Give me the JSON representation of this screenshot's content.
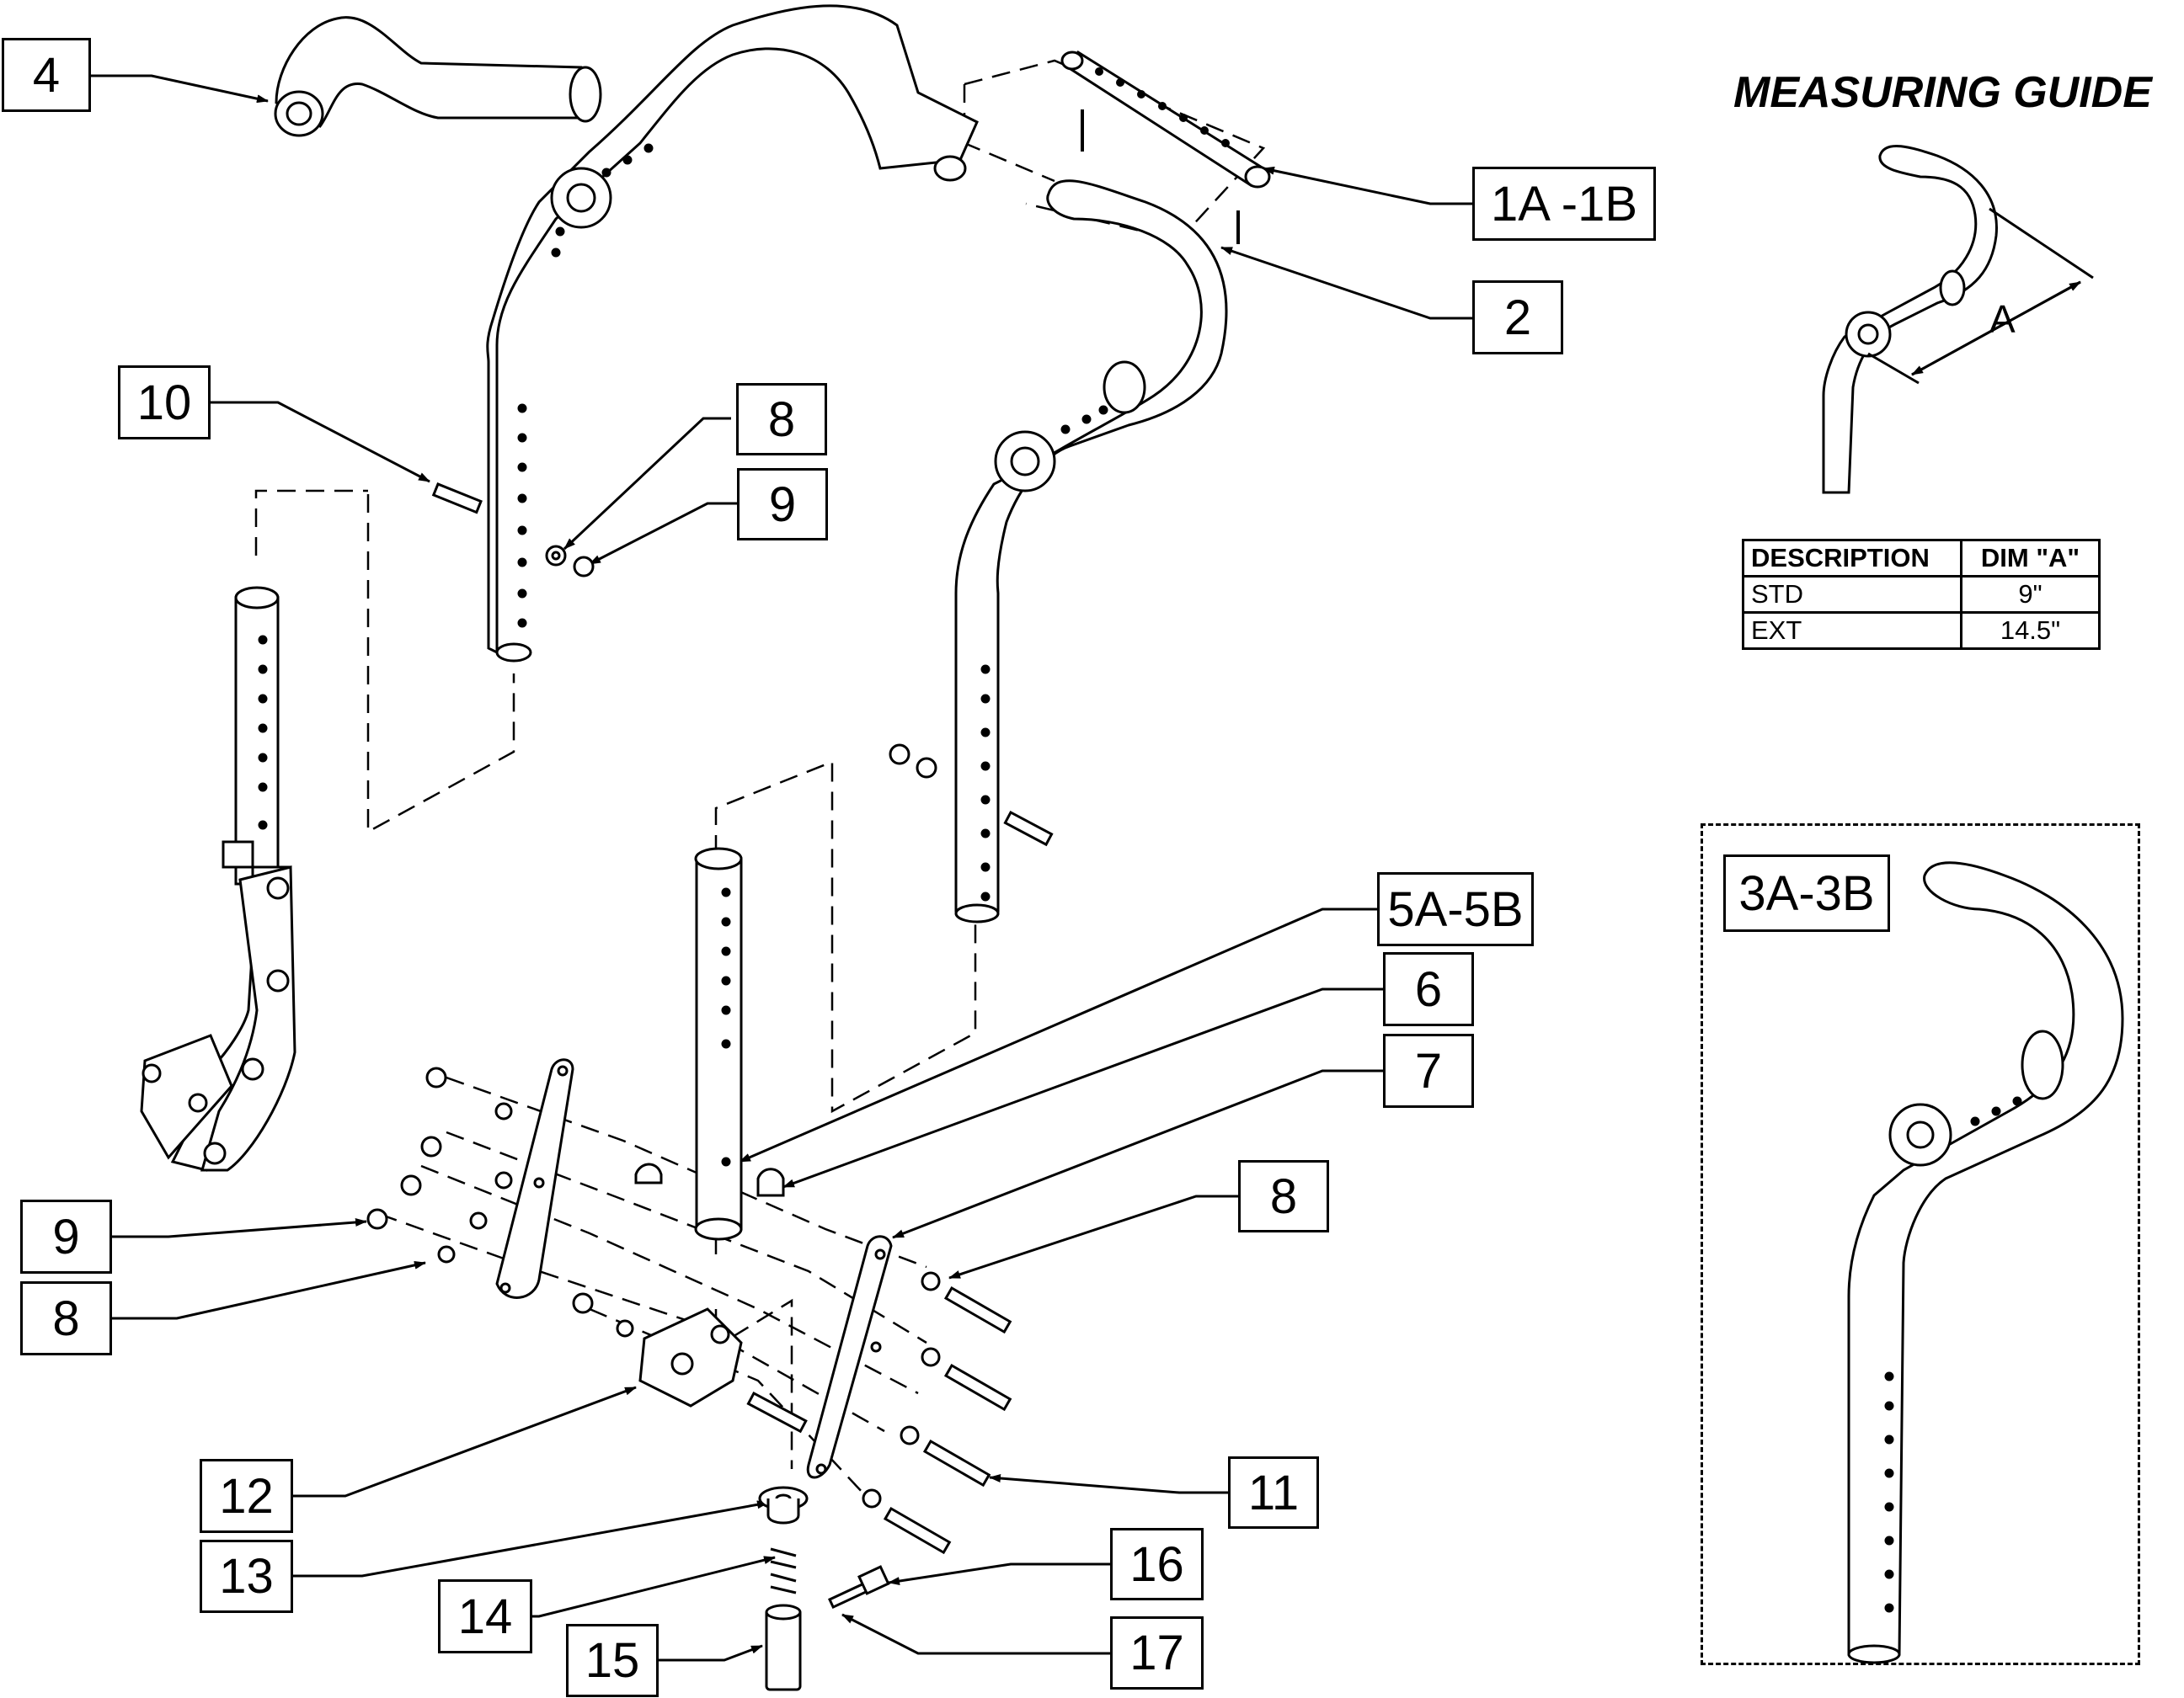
{
  "measuring_guide": {
    "title": "MEASURING GUIDE",
    "dimension_label": "A",
    "table": {
      "headers": [
        "DESCRIPTION",
        "DIM \"A\""
      ],
      "rows": [
        {
          "description": "STD",
          "dim": "9\""
        },
        {
          "description": "EXT",
          "dim": "14.5\""
        }
      ]
    }
  },
  "callouts": {
    "c4": "4",
    "c1a1b": "1A -1B",
    "c2": "2",
    "c10": "10",
    "c8_top": "8",
    "c9_top": "9",
    "c5a5b": "5A-5B",
    "c6": "6",
    "c7": "7",
    "c8_right": "8",
    "c9_left": "9",
    "c8_left": "8",
    "c12": "12",
    "c11": "11",
    "c13": "13",
    "c14": "14",
    "c16": "16",
    "c15": "15",
    "c17": "17",
    "c3a3b": "3A-3B"
  }
}
